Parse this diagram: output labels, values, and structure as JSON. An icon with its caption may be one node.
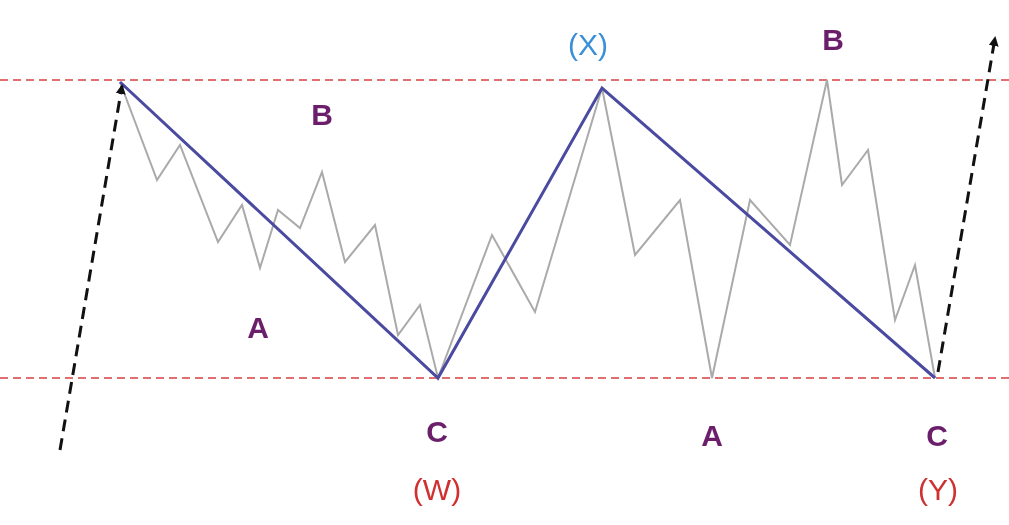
{
  "diagram": {
    "labels": [
      "(X)",
      "B",
      "B",
      "A",
      "C",
      "A",
      "C",
      "(W)",
      "(Y)"
    ]
  }
}
